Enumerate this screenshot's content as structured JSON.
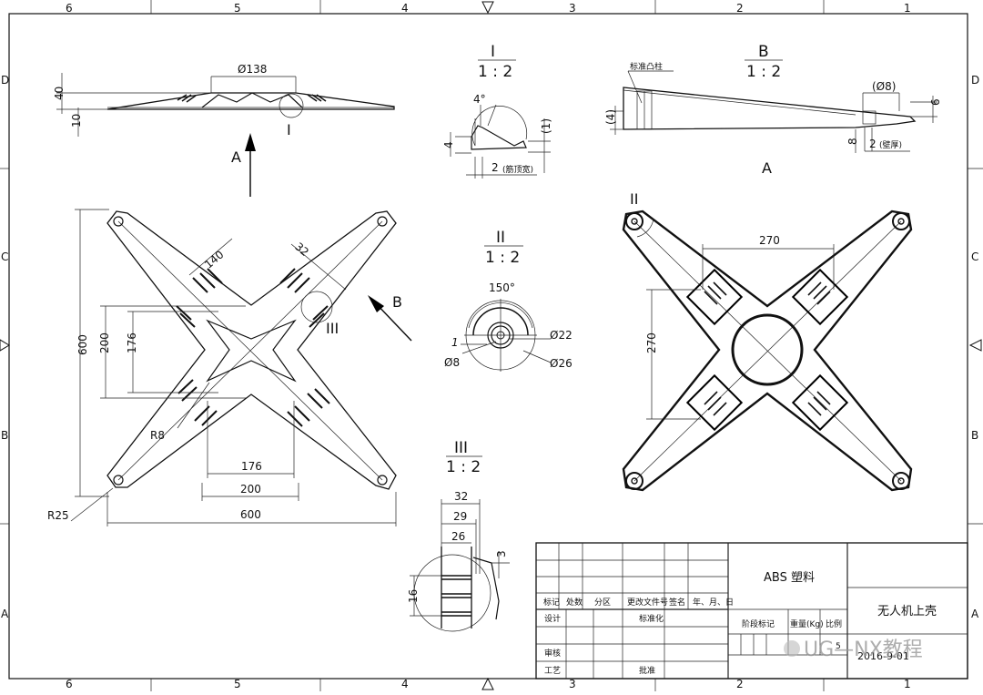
{
  "grid": {
    "columns": [
      "6",
      "5",
      "4",
      "3",
      "2",
      "1"
    ],
    "rows": [
      "D",
      "C",
      "B",
      "A"
    ]
  },
  "views": {
    "top_profile": {
      "dia": "Ø138",
      "h40": "40",
      "h10": "10",
      "detail_ref": "I",
      "arrow_label": "A"
    },
    "plan": {
      "d140": "140",
      "d32": "32",
      "d600v": "600",
      "d200v": "200",
      "d176v": "176",
      "r8": "R8",
      "r25": "R25",
      "d176h": "176",
      "d200h": "200",
      "d600h": "600",
      "detail_ref": "III",
      "arrow_label": "B"
    },
    "detail_I": {
      "title": "I",
      "scale": "1 : 2",
      "angle": "4°",
      "h4": "4",
      "h1": "(1)",
      "w2": "2",
      "w2_note": "(筋顶宽)"
    },
    "detail_II": {
      "title": "II",
      "scale": "1 : 2",
      "angle": "150°",
      "d22": "Ø22",
      "d26": "Ø26",
      "d8": "Ø8",
      "t1": "1"
    },
    "detail_III": {
      "title": "III",
      "scale": "1 : 2",
      "d32": "32",
      "d29": "29",
      "d26": "26",
      "d3": "3",
      "d16": "16"
    },
    "section_B": {
      "title": "B",
      "scale": "1 : 2",
      "boss_note": "标准凸柱",
      "d8": "(Ø8)",
      "d6": "6",
      "d4": "(4)",
      "d8v": "8",
      "w2": "2",
      "w2_note": "(壁厚)",
      "view_label": "A"
    },
    "bottom_view": {
      "detail_ref": "II",
      "d270h": "270",
      "d270v": "270"
    }
  },
  "title_block": {
    "material": "ABS 塑料",
    "part_name": "无人机上壳",
    "headers": [
      "标记",
      "处数",
      "分区",
      "更改文件号",
      "签名",
      "年、月、日"
    ],
    "design": "设计",
    "standard": "标准化",
    "review": "审核",
    "process": "工艺",
    "approve": "批准",
    "stage": "阶段标记",
    "weight": "重量(Kg)",
    "ratio": "比例",
    "scale_val": "5",
    "date": "2016-9-01",
    "watermark": "UG—NX教程"
  }
}
